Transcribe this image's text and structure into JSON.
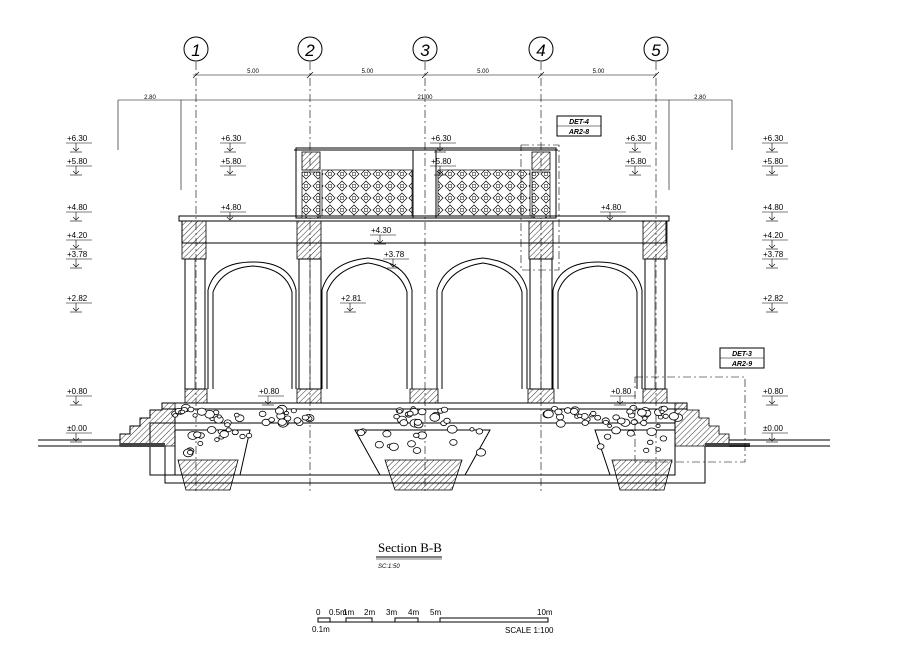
{
  "axes": [
    {
      "label": "1"
    },
    {
      "label": "2"
    },
    {
      "label": "3"
    },
    {
      "label": "4"
    },
    {
      "label": "5"
    }
  ],
  "spans": [
    "5.00",
    "5.00",
    "5.00",
    "5.00"
  ],
  "overall": {
    "left": "2.80",
    "total": "21.00",
    "right": "2.80"
  },
  "levels_left": [
    "+6.30",
    "+5.80",
    "+4.80",
    "+4.20",
    "+3.78",
    "+2.82",
    "+0.80",
    "±0.00"
  ],
  "levels_right": [
    "+6.30",
    "+5.80",
    "+4.80",
    "+4.20",
    "+3.78",
    "+2.82",
    "+0.80",
    "±0.00"
  ],
  "levels_inner": [
    {
      "text": "+6.30"
    },
    {
      "text": "+5.80"
    },
    {
      "text": "+4.80"
    },
    {
      "text": "+6.30"
    },
    {
      "text": "+5.80"
    },
    {
      "text": "+4.30"
    },
    {
      "text": "+3.78"
    },
    {
      "text": "+2.81"
    },
    {
      "text": "+0.80"
    },
    {
      "text": "+0.80"
    },
    {
      "text": "+6.30"
    },
    {
      "text": "+5.80"
    },
    {
      "text": "+4.80"
    }
  ],
  "details": [
    {
      "line1": "DET-4",
      "line2": "AR2-8"
    },
    {
      "line1": "DET-3",
      "line2": "AR2-9"
    }
  ],
  "title": "Section B-B",
  "title_scale": "SC:1:50",
  "scale_bar": {
    "labels": [
      "0",
      "0.5m",
      "1m",
      "2m",
      "3m",
      "4m",
      "5m",
      "10m"
    ],
    "sub_label": "0.1m",
    "caption": "SCALE  1:100"
  }
}
